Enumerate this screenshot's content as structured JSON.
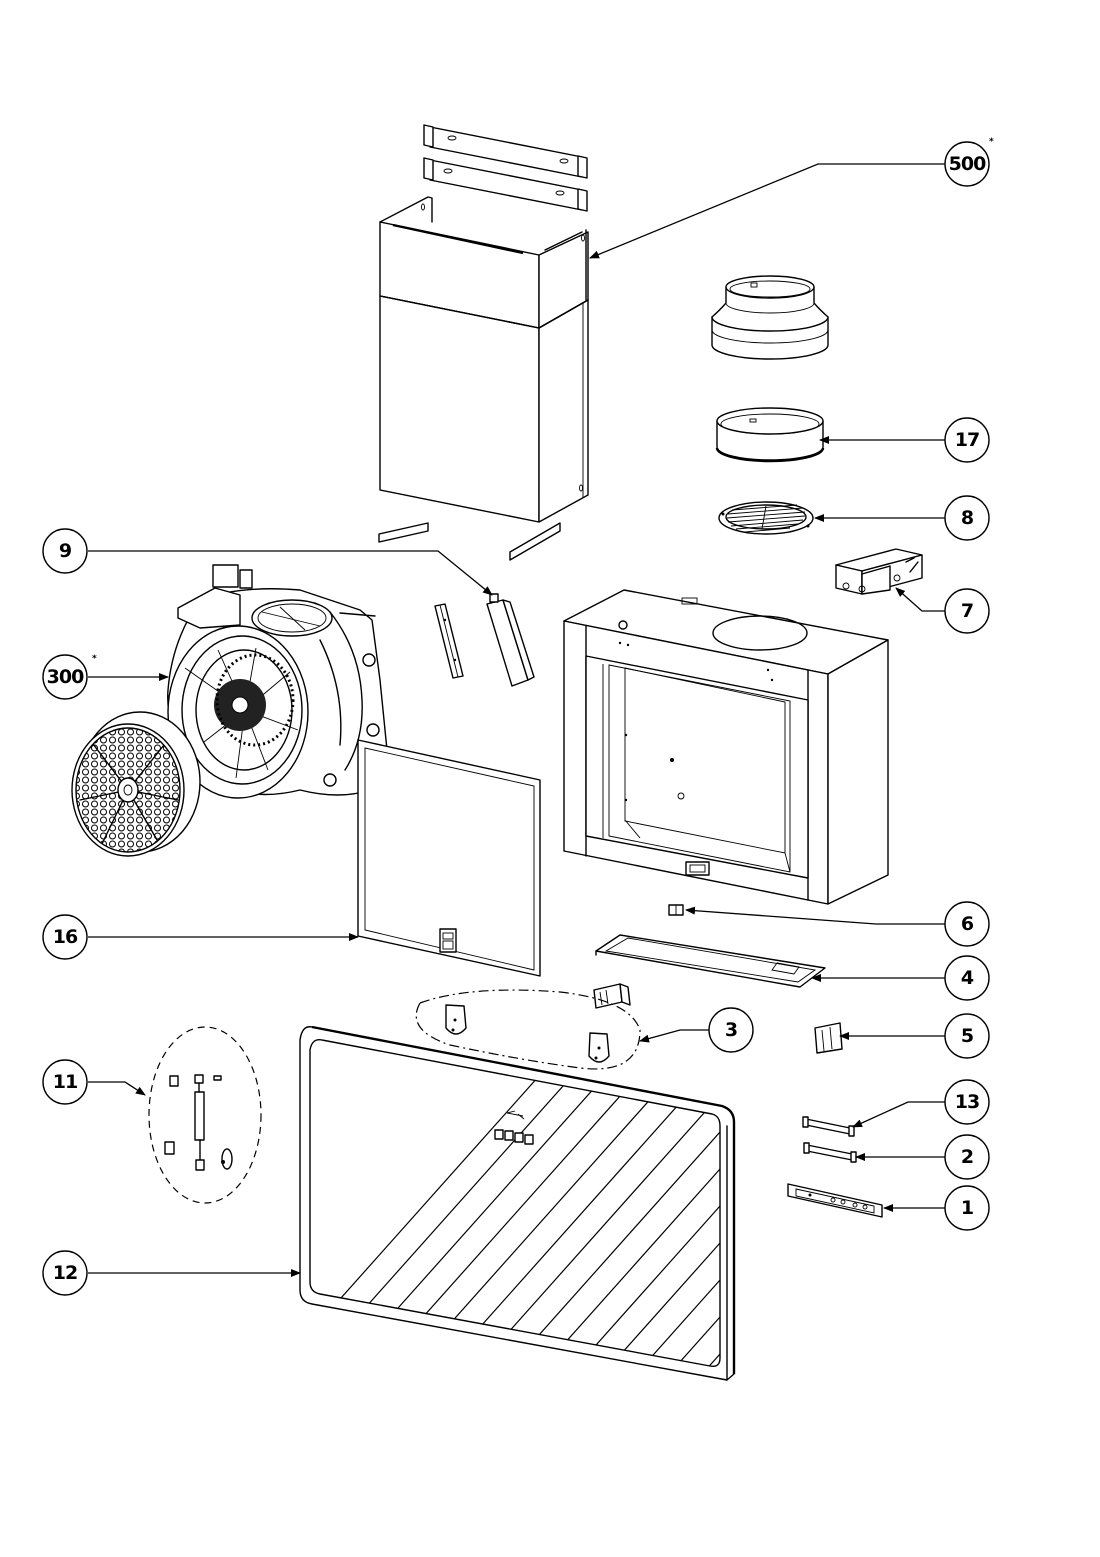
{
  "diagram": {
    "type": "exploded-parts-view",
    "subject": "range hood assembly",
    "colors": {
      "line": "#000000",
      "background": "#ffffff"
    },
    "callouts": [
      {
        "id": "500",
        "label": "500",
        "marker": "*",
        "part": "chimney cover with brackets"
      },
      {
        "id": "17",
        "label": "17",
        "marker": "",
        "part": "duct ring collar"
      },
      {
        "id": "8",
        "label": "8",
        "marker": "",
        "part": "backdraft damper grille"
      },
      {
        "id": "7",
        "label": "7",
        "marker": "",
        "part": "electrical junction box"
      },
      {
        "id": "9",
        "label": "9",
        "marker": "",
        "part": "light housing"
      },
      {
        "id": "300",
        "label": "300",
        "marker": "*",
        "part": "blower motor assembly"
      },
      {
        "id": "16",
        "label": "16",
        "marker": "",
        "part": "grease filter"
      },
      {
        "id": "6",
        "label": "6",
        "marker": "",
        "part": "switch connector"
      },
      {
        "id": "4",
        "label": "4",
        "marker": "",
        "part": "lower panel trim"
      },
      {
        "id": "3",
        "label": "3",
        "marker": "",
        "part": "mounting clips kit"
      },
      {
        "id": "5",
        "label": "5",
        "marker": "",
        "part": "light socket"
      },
      {
        "id": "11",
        "label": "11",
        "marker": "",
        "part": "gas spring hinge kit"
      },
      {
        "id": "13",
        "label": "13",
        "marker": "",
        "part": "hinge pin"
      },
      {
        "id": "2",
        "label": "2",
        "marker": "",
        "part": "hinge pin"
      },
      {
        "id": "1",
        "label": "1",
        "marker": "",
        "part": "control panel board"
      },
      {
        "id": "12",
        "label": "12",
        "marker": "",
        "part": "glass front panel"
      }
    ]
  }
}
